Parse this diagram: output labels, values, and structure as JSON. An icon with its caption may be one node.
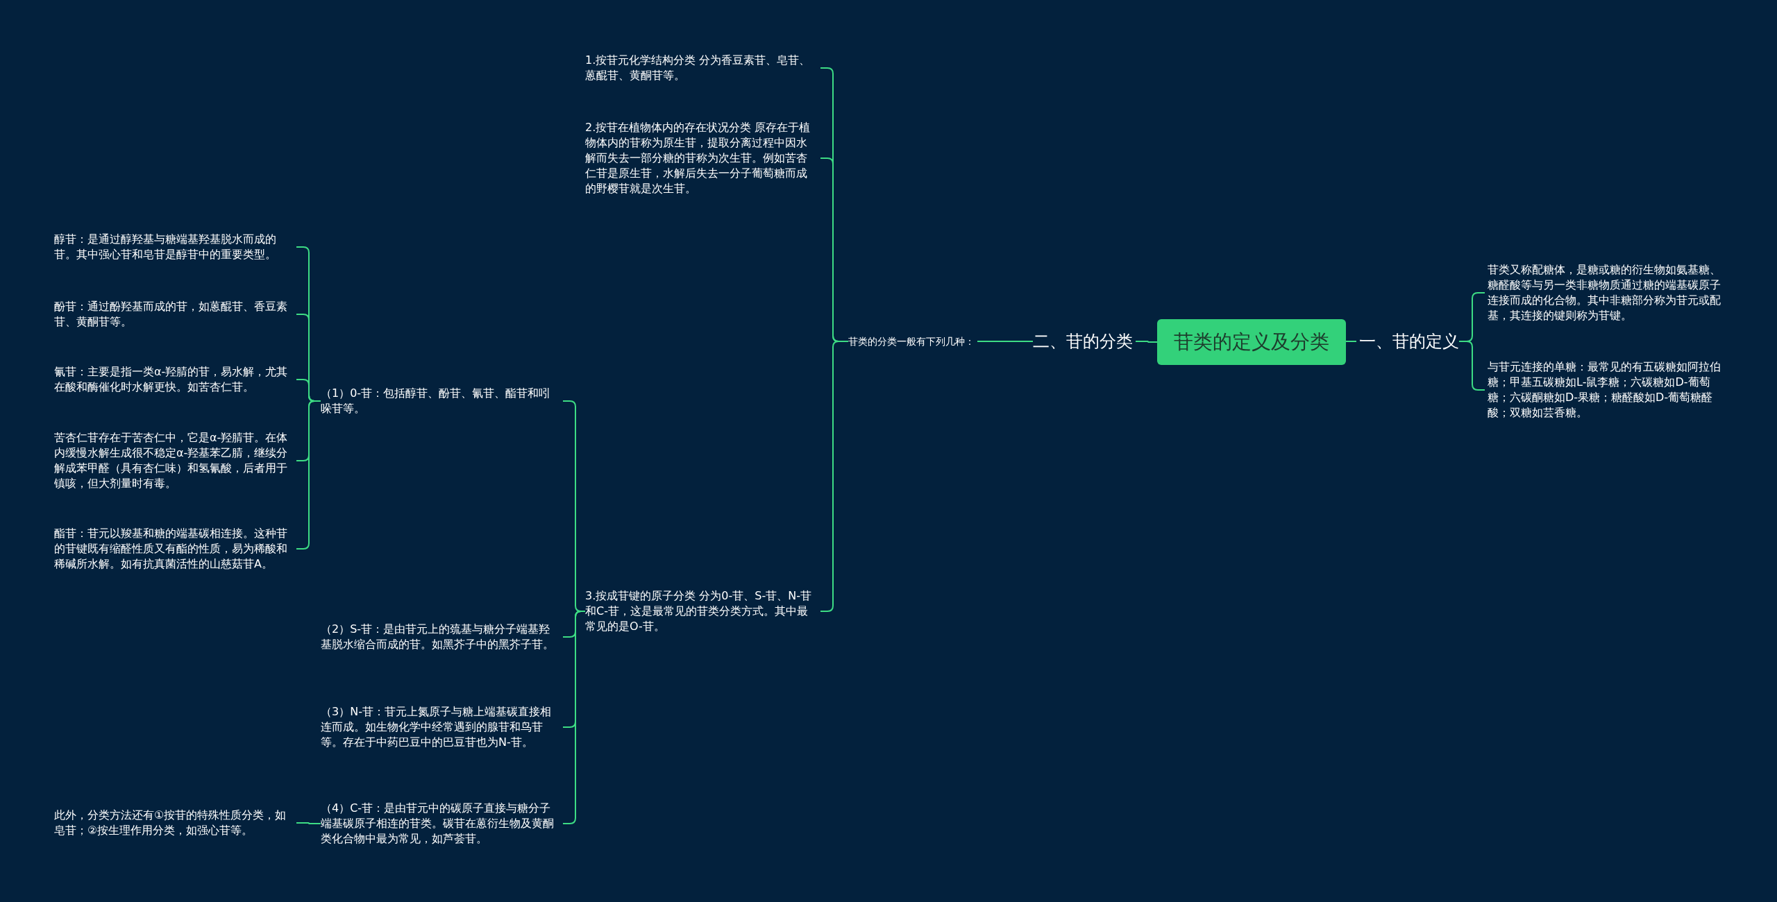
{
  "diagram": {
    "nodes": [
      {
        "text": [
          "苷类的定义及分类"
        ]
      },
      {
        "text": [
          "一、苷的定义"
        ]
      },
      {
        "text": [
          "苷类又称配糖体，是糖或糖的衍生物如氨基糖、糖醛酸等与另一类非糖物质通过糖的端基碳原子连接而成的化合物。其中非糖部分称为苷元或配基，其连接的键则称为苷键。"
        ]
      },
      {
        "text": [
          "与苷元连接的单糖：最常见的有五碳糖如阿拉伯糖；甲基五碳糖如L-鼠李糖；六碳糖如D-葡萄糖；六碳酮糖如D-果糖；糖醛酸如D-葡萄糖醛酸；双糖如芸香糖。"
        ]
      },
      {
        "text": [
          "二、苷的分类"
        ]
      },
      {
        "text": [
          "苷类的分类一般有下列几种："
        ]
      },
      {
        "text": [
          "1.按苷元化学结构分类 分为香豆素苷、皂苷、蒽醌苷、黄酮苷等。"
        ]
      },
      {
        "text": [
          "2.按苷在植物体内的存在状况分类 原存在于植物体内的苷称为原生苷，提取分离过程中因水解而失去一部分糖的苷称为次生苷。例如苦杏仁苷是原生苷，水解后失去一分子葡萄糖而成的野樱苷就是次生苷。"
        ]
      },
      {
        "text": [
          "3.按成苷键的原子分类 分为0-苷、S-苷、N-苷和C-苷，这是最常见的苷类分类方式。其中最常见的是O-苷。"
        ]
      },
      {
        "text": [
          "（1）0-苷：包括醇苷、酚苷、氰苷、酯苷和吲哚苷等。"
        ]
      },
      {
        "text": [
          "（2）S-苷：是由苷元上的巯基与糖分子端基羟基脱水缩合而成的苷。如黑芥子中的黑芥子苷。"
        ]
      },
      {
        "text": [
          "（3）N-苷：苷元上氮原子与糖上端基碳直接相连而成。如生物化学中经常遇到的腺苷和鸟苷等。存在于中药巴豆中的巴豆苷也为N-苷。"
        ]
      },
      {
        "text": [
          "（4）C-苷：是由苷元中的碳原子直接与糖分子端基碳原子相连的苷类。碳苷在蒽衍生物及黄酮类化合物中最为常见，如芦荟苷。"
        ]
      },
      {
        "text": [
          "此外，分类方法还有①按苷的特殊性质分类，如皂苷；②按生理作用分类，如强心苷等。"
        ]
      },
      {
        "text": [
          "醇苷：是通过醇羟基与糖端基羟基脱水而成的苷。其中强心苷和皂苷是醇苷中的重要类型。"
        ]
      },
      {
        "text": [
          "酚苷：通过酚羟基而成的苷，如蒽醌苷、香豆素苷、黄酮苷等。"
        ]
      },
      {
        "text": [
          "氰苷：主要是指一类α-羟腈的苷，易水解，尤其在酸和酶催化时水解更快。如苦杏仁苷。"
        ]
      },
      {
        "text": [
          "苦杏仁苷存在于苦杏仁中，它是α-羟腈苷。在体内缓慢水解生成很不稳定α-羟基苯乙腈，继续分解成苯甲醛（具有杏仁味）和氢氰酸，后者用于镇咳，但大剂量时有毒。"
        ]
      },
      {
        "text": [
          "酯苷：苷元以羧基和糖的端基碳相连接。这种苷的苷键既有缩醛性质又有酯的性质，易为稀酸和稀碱所水解。如有抗真菌活性的山慈菇苷A。"
        ]
      }
    ],
    "edges": [
      {
        "from": 0,
        "to": 1,
        "arrow": "none"
      },
      {
        "from": 1,
        "to": 2,
        "arrow": "none"
      },
      {
        "from": 1,
        "to": 3,
        "arrow": "none"
      },
      {
        "from": 0,
        "to": 4,
        "arrow": "none"
      },
      {
        "from": 4,
        "to": 5,
        "arrow": "none"
      },
      {
        "from": 5,
        "to": 6,
        "arrow": "none"
      },
      {
        "from": 5,
        "to": 7,
        "arrow": "none"
      },
      {
        "from": 5,
        "to": 8,
        "arrow": "none"
      },
      {
        "from": 8,
        "to": 9,
        "arrow": "none"
      },
      {
        "from": 8,
        "to": 10,
        "arrow": "none"
      },
      {
        "from": 8,
        "to": 11,
        "arrow": "none"
      },
      {
        "from": 8,
        "to": 12,
        "arrow": "none"
      },
      {
        "from": 12,
        "to": 13,
        "arrow": "none"
      },
      {
        "from": 9,
        "to": 14,
        "arrow": "none"
      },
      {
        "from": 9,
        "to": 15,
        "arrow": "none"
      },
      {
        "from": 9,
        "to": 16,
        "arrow": "none"
      },
      {
        "from": 9,
        "to": 17,
        "arrow": "none"
      },
      {
        "from": 9,
        "to": 18,
        "arrow": "none"
      }
    ]
  }
}
